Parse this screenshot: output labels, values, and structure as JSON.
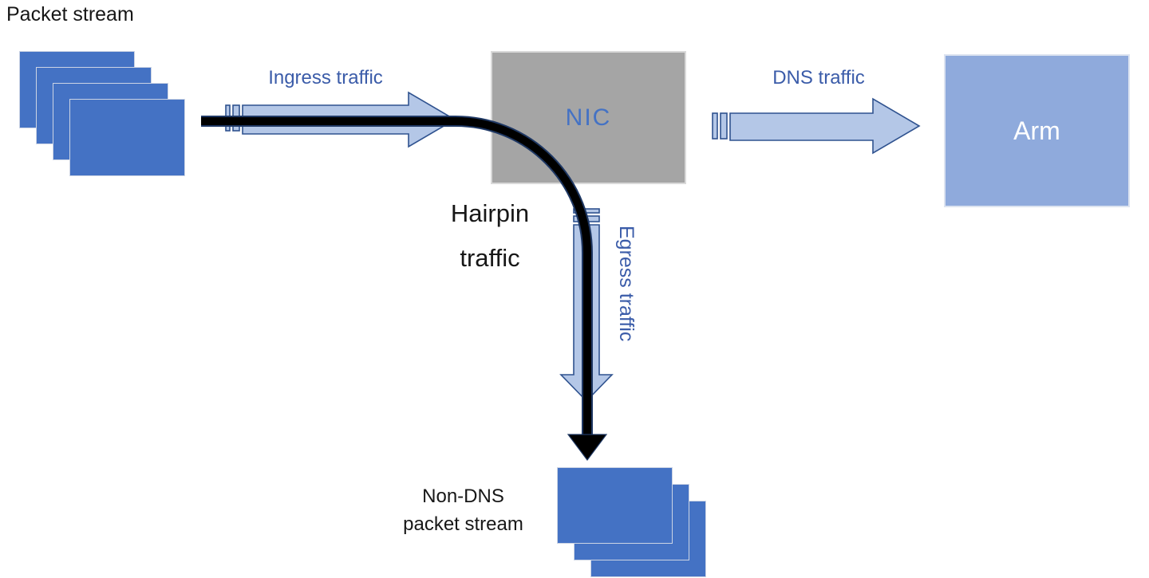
{
  "labels": {
    "packet_stream": "Packet stream",
    "ingress": "Ingress traffic",
    "dns": "DNS traffic",
    "egress": "Egress traffic",
    "hairpin_line1": "Hairpin",
    "hairpin_line2": "traffic",
    "non_dns_line1": "Non-DNS",
    "non_dns_line2": "packet stream"
  },
  "nodes": {
    "nic": {
      "label": "NIC"
    },
    "arm": {
      "label": "Arm"
    }
  },
  "colors": {
    "packet_blue": "#4472c4",
    "packet_border": "#ccd4e4",
    "arrow_fill": "#b4c7e7",
    "arrow_stroke": "#2f528f",
    "label_blue": "#3b5ca9",
    "nic_fill": "#a5a5a5",
    "nic_border": "#d9d9d9",
    "nic_text": "#4472c4",
    "arm_fill": "#8faadc",
    "arm_border": "#dce3f0",
    "arm_text": "#ffffff",
    "hairpin_black": "#000000",
    "hairpin_rim": "#1f3864",
    "text_black": "#171717",
    "canvas_bg": "#ffffff"
  }
}
